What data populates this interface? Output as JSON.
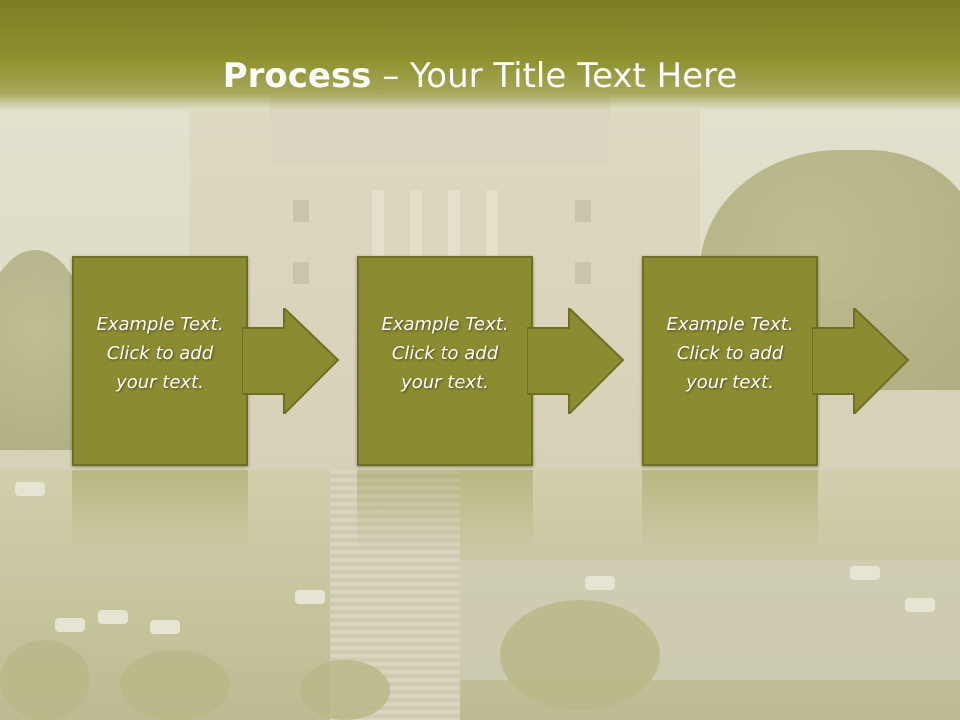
{
  "slide": {
    "title_bold": "Process",
    "title_rest": " – Your Title Text Here"
  },
  "steps": [
    {
      "line1": "Example Text.",
      "line2": "Click  to add",
      "line3": "your text."
    },
    {
      "line1": "Example Text.",
      "line2": "Click  to add",
      "line3": "your text."
    },
    {
      "line1": "Example Text.",
      "line2": "Click  to add",
      "line3": "your text."
    }
  ],
  "colors": {
    "box": "#8b8b31",
    "banner": "#8f922f",
    "text": "#ffffff"
  }
}
